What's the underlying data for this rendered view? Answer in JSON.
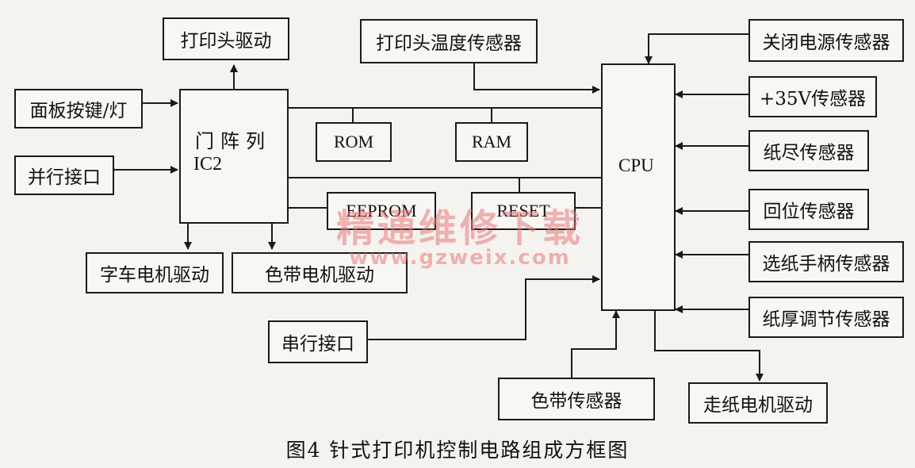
{
  "caption": "图4   针式打印机控制电路组成方框图",
  "watermark": {
    "text": "精通维修下载",
    "url": "www.gzweix.com"
  },
  "blocks": {
    "gate_array": {
      "line1": "门阵列",
      "line2": "IC2"
    },
    "cpu": "CPU",
    "print_head_drive": "打印头驱动",
    "panel_keys": "面板按键/灯",
    "parallel_port": "并行接口",
    "carriage_motor_drive": "字车电机驱动",
    "ribbon_motor_drive": "色带电机驱动",
    "rom": "ROM",
    "ram": "RAM",
    "eeprom": "EEPROM",
    "reset": "RESET",
    "head_temp_sensor": "打印头温度传感器",
    "serial_port": "串行接口",
    "ribbon_sensor": "色带传感器",
    "paper_feed_motor_drive": "走纸电机驱动",
    "power_off_sensor": "关闭电源传感器",
    "v35_sensor": "+35V传感器",
    "paper_end_sensor": "纸尽传感器",
    "home_position_sensor": "回位传感器",
    "paper_select_lever_sensor": "选纸手柄传感器",
    "paper_thickness_sensor": "纸厚调节传感器"
  },
  "colors": {
    "line": "#1a1a1a",
    "watermark": "#e87878",
    "background": "#f4f3ef"
  }
}
